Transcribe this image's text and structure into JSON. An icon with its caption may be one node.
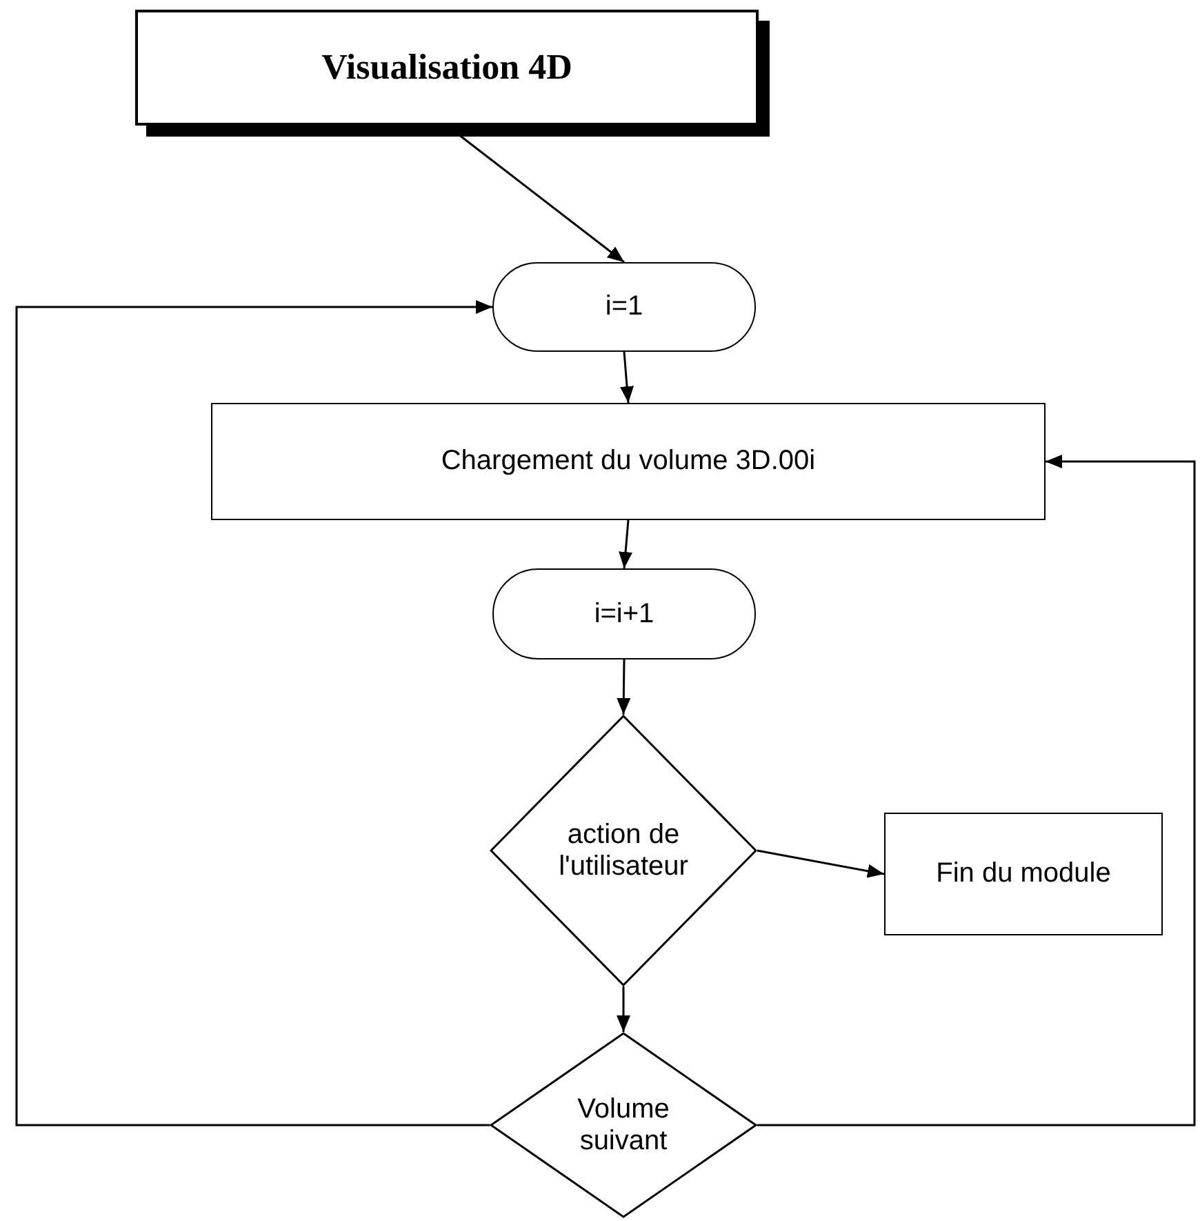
{
  "diagram": {
    "nodes": [
      {
        "text": [
          "Visualisation 4D"
        ]
      },
      {
        "text": [
          "i=1"
        ]
      },
      {
        "text": [
          "Chargement du volume 3D.00i"
        ]
      },
      {
        "text": [
          "i=i+1"
        ]
      },
      {
        "text": [
          "action de l'utilisateur"
        ]
      },
      {
        "text": [
          "Fin du module"
        ]
      },
      {
        "text": [
          "Volume suivant"
        ]
      }
    ],
    "edges": [
      {
        "from": 0,
        "to": 1,
        "arrow": "to"
      },
      {
        "from": 1,
        "to": 2,
        "arrow": "to"
      },
      {
        "from": 2,
        "to": 3,
        "arrow": "to"
      },
      {
        "from": 3,
        "to": 4,
        "arrow": "to"
      },
      {
        "from": 4,
        "to": 5,
        "arrow": "to"
      },
      {
        "from": 4,
        "to": 6,
        "arrow": "to"
      },
      {
        "from": 6,
        "to": 1,
        "arrow": "to"
      },
      {
        "from": 6,
        "to": 2,
        "arrow": "to"
      }
    ]
  }
}
